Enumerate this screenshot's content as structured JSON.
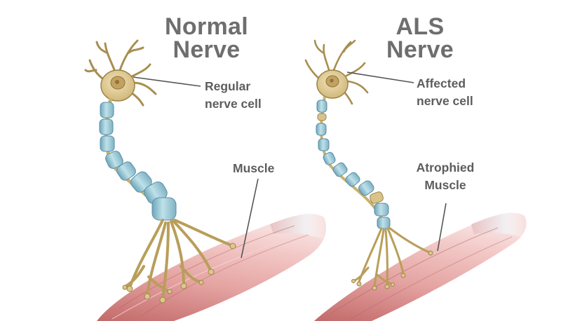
{
  "titles": {
    "normal": {
      "line1": "Normal",
      "line2": "Nerve"
    },
    "als": {
      "line1": "ALS",
      "line2": "Nerve"
    }
  },
  "labels": {
    "regular_cell": {
      "line1": "Regular",
      "line2": "nerve cell"
    },
    "affected_cell": {
      "line1": "Affected",
      "line2": "nerve cell"
    },
    "muscle": "Muscle",
    "atrophied_muscle": {
      "line1": "Atrophied",
      "line2": "Muscle"
    }
  },
  "colors": {
    "title_text": "#6e6e6e",
    "label_text": "#5d5d5d",
    "leader_line": "#555555",
    "soma_fill": "#e1cc93",
    "soma_stroke": "#9d8446",
    "nucleus": "#c2a162",
    "myelin_fill": "#a9d3e0",
    "myelin_stroke": "#5a8ea3",
    "terminal_fill": "#dcc88e",
    "muscle_fill": "#e3a2a0",
    "muscle_dark": "#c46e6d",
    "muscle_light": "#f4cfcd"
  }
}
